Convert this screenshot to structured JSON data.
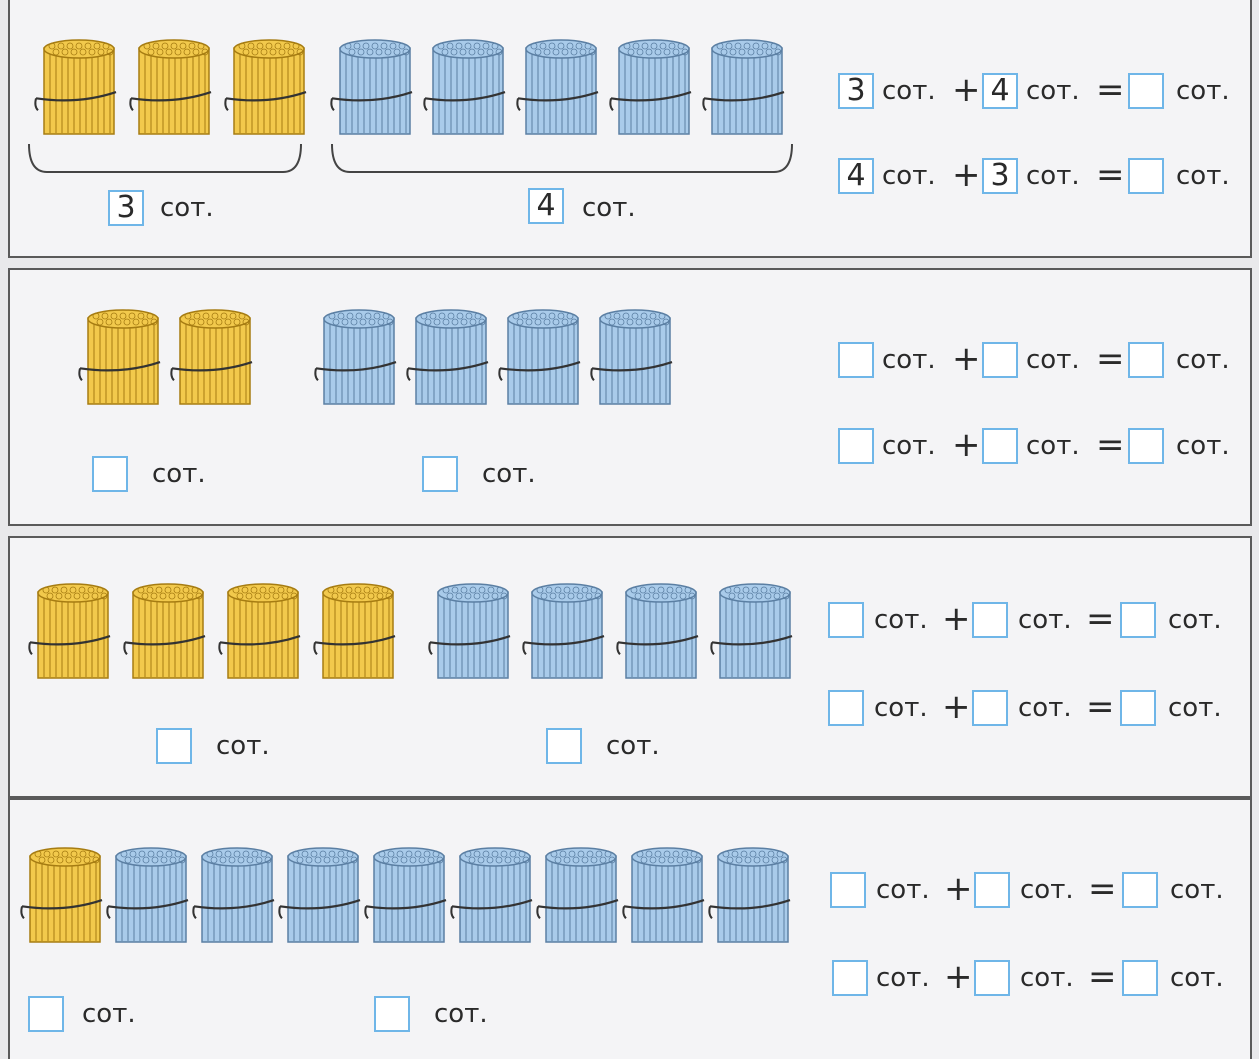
{
  "unit": "сот.",
  "plus": "+",
  "equals": "=",
  "colors": {
    "yellow": "#f2c94c",
    "blue": "#a9cbea",
    "box_border": "#6fb6e8"
  },
  "icons": {
    "bundle": "stick-bundle-icon"
  },
  "rows": [
    {
      "yellow_bundles": 3,
      "blue_bundles": 5,
      "label_left_value": "3",
      "label_right_value": "4",
      "eq1": {
        "a": "3",
        "b": "4",
        "c": ""
      },
      "eq2": {
        "a": "4",
        "b": "3",
        "c": ""
      }
    },
    {
      "yellow_bundles": 2,
      "blue_bundles": 4,
      "label_left_value": "",
      "label_right_value": "",
      "eq1": {
        "a": "",
        "b": "",
        "c": ""
      },
      "eq2": {
        "a": "",
        "b": "",
        "c": ""
      }
    },
    {
      "yellow_bundles": 4,
      "blue_bundles": 4,
      "label_left_value": "",
      "label_right_value": "",
      "eq1": {
        "a": "",
        "b": "",
        "c": ""
      },
      "eq2": {
        "a": "",
        "b": "",
        "c": ""
      }
    },
    {
      "yellow_bundles": 1,
      "blue_bundles": 8,
      "label_left_value": "",
      "label_right_value": "",
      "eq1": {
        "a": "",
        "b": "",
        "c": ""
      },
      "eq2": {
        "a": "",
        "b": "",
        "c": ""
      }
    }
  ]
}
